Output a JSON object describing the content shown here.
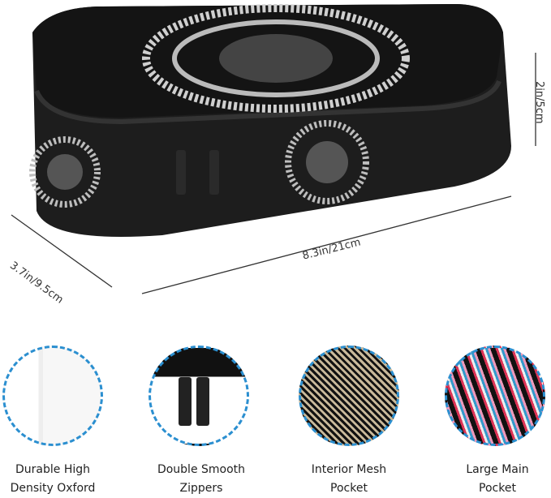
{
  "dimensions": {
    "height": "2in/5cm",
    "length": "8.3in/21cm",
    "width": "3.7in/9.5cm"
  },
  "features": [
    {
      "line1": "Durable High",
      "line2": "Density Oxford",
      "icon": "fabric-closeup"
    },
    {
      "line1": "Double Smooth",
      "line2": "Zippers",
      "icon": "zipper-closeup"
    },
    {
      "line1": "Interior Mesh",
      "line2": "Pocket",
      "icon": "mesh-pocket-closeup"
    },
    {
      "line1": "Large Main",
      "line2": "Pocket",
      "icon": "pens-in-pocket-closeup"
    }
  ],
  "colors": {
    "case": "#1c1c1c",
    "print": "#d8d8d8",
    "circle_border": "#2b8fd0"
  }
}
